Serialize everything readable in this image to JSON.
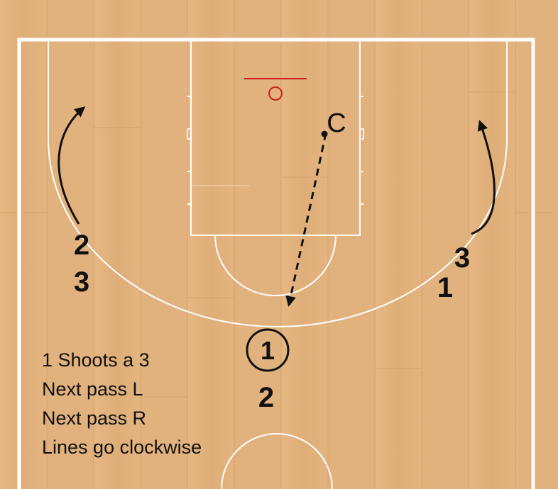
{
  "colors": {
    "floor": "#e2b27e",
    "floor_dark": "#cf9c66",
    "court_lines": "#ffffff",
    "rim": "#cc1f1f",
    "ink": "#111111"
  },
  "markers": {
    "coach": "C",
    "player_1": "1",
    "left_line": [
      "2",
      "3"
    ],
    "right_line": [
      "3",
      "1"
    ],
    "bottom_line": [
      "2"
    ]
  },
  "notes": [
    "1 Shoots a 3",
    "Next pass L",
    "Next pass R",
    "Lines go clockwise"
  ]
}
